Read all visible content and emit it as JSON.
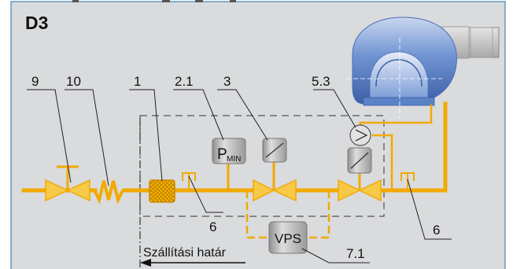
{
  "diagram": {
    "code": "D3",
    "boundary_label": "Szállítási határ",
    "callouts": [
      "9",
      "10",
      "1",
      "2.1",
      "3",
      "5.3",
      "6",
      "6",
      "7.1"
    ],
    "components": {
      "pmin_main": "P",
      "pmin_sub": "MIN",
      "vps": "VPS"
    },
    "colors": {
      "background": "#d9dbdd",
      "pipe": "#f2a900",
      "fan": "#5b82c6",
      "component": "#b8b8b8",
      "border": "#1f6fa8"
    }
  }
}
